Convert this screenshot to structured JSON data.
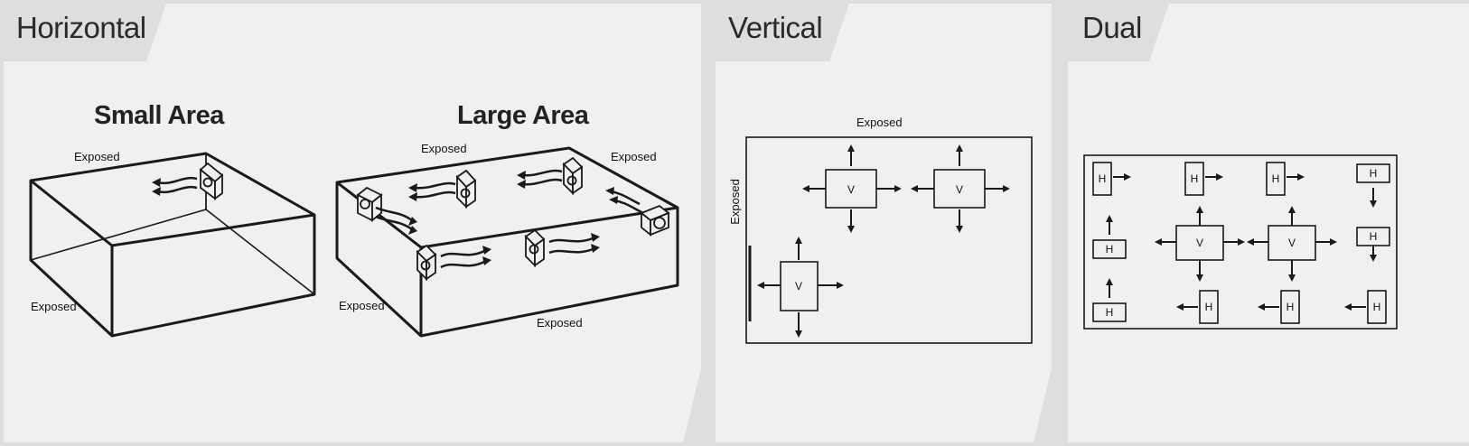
{
  "panels": {
    "horizontal": {
      "title": "Horizontal",
      "small_area": {
        "title": "Small Area",
        "exposed_top": "Exposed",
        "exposed_left": "Exposed"
      },
      "large_area": {
        "title": "Large Area",
        "exposed_top": "Exposed",
        "exposed_right": "Exposed",
        "exposed_left": "Exposed",
        "exposed_bottom": "Exposed"
      }
    },
    "vertical": {
      "title": "Vertical",
      "exposed_top": "Exposed",
      "exposed_side": "Exposed",
      "unit_label": "V"
    },
    "dual": {
      "title": "Dual",
      "horizontal_unit_label": "H",
      "vertical_unit_label": "V"
    }
  },
  "colors": {
    "background": "#dedede",
    "panel": "#f0f0f0",
    "line": "#1a1a1a"
  }
}
